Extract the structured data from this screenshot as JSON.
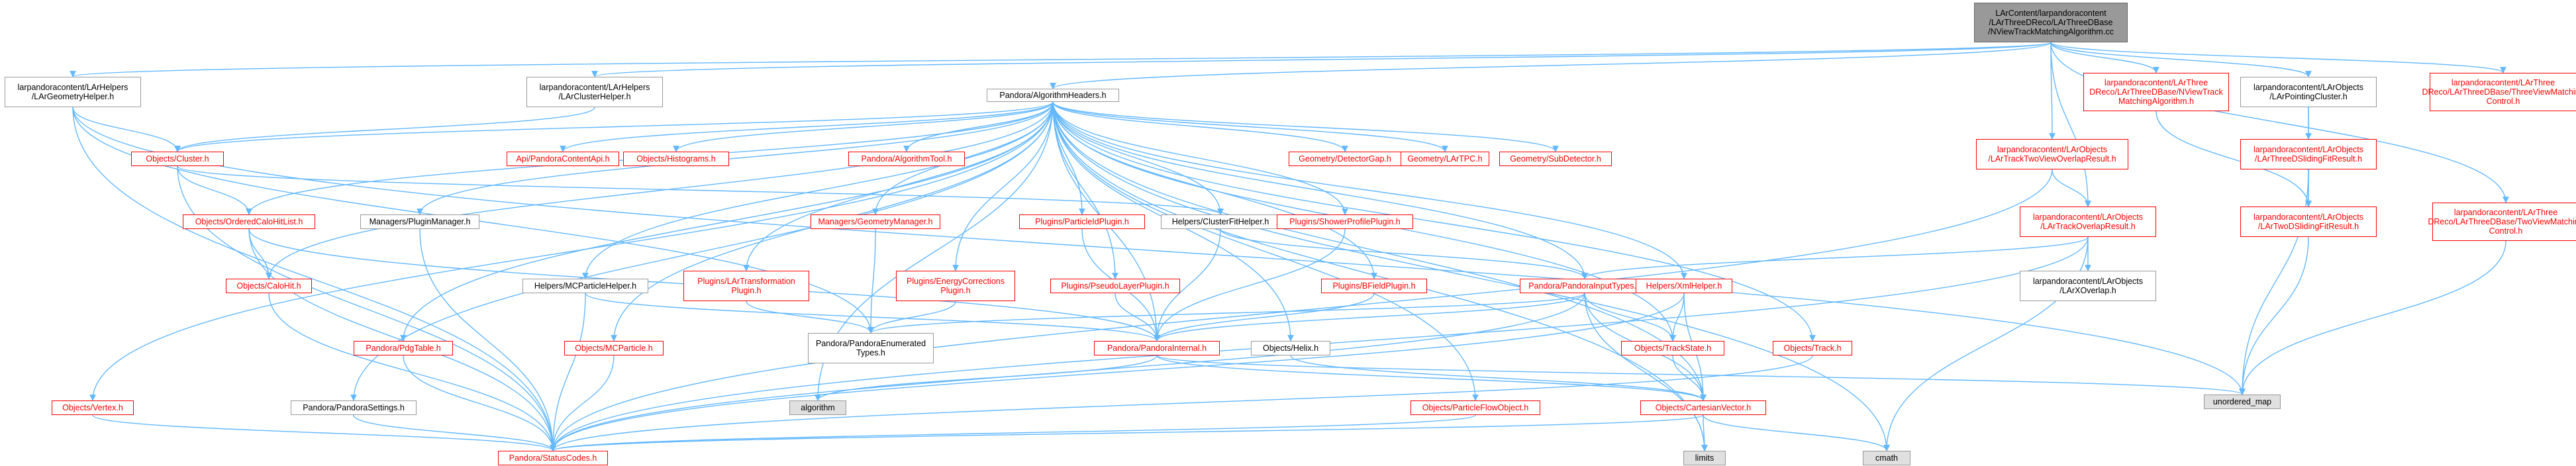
{
  "graph": {
    "colors": {
      "edge": "#63b8ff",
      "external_border": "#ff0000",
      "external_text": "#ff0000",
      "root_fill": "#999999",
      "system_fill": "#e0e0e0",
      "node_border": "#999999"
    },
    "nodes": [
      {
        "id": "root",
        "label": "LArContent/larpandoracontent\n/LArThreeDReco/LArThreeDBase\n/NViewTrackMatchingAlgorithm.cc",
        "kind": "root"
      },
      {
        "id": "geomHelper",
        "label": "larpandoracontent/LArHelpers\n/LArGeometryHelper.h",
        "kind": "plain"
      },
      {
        "id": "clusterHelper",
        "label": "larpandoracontent/LArHelpers\n/LArClusterHelper.h",
        "kind": "plain"
      },
      {
        "id": "algHeaders",
        "label": "Pandora/AlgorithmHeaders.h",
        "kind": "plain"
      },
      {
        "id": "nviewTrack",
        "label": "larpandoracontent/LArThree\nDReco/LArThreeDBase/NViewTrack\nMatchingAlgorithm.h",
        "kind": "red"
      },
      {
        "id": "pointingCluster",
        "label": "larpandoracontent/LArObjects\n/LArPointingCluster.h",
        "kind": "plain"
      },
      {
        "id": "threeViewCtrl1",
        "label": "larpandoracontent/LArThree\nDReco/LArThreeDBase/ThreeViewMatching\nControl.h",
        "kind": "red"
      },
      {
        "id": "twoViewOverlap",
        "label": "larpandoracontent/LArObjects\n/LArTrackTwoViewOverlapResult.h",
        "kind": "red"
      },
      {
        "id": "threeDSliding",
        "label": "larpandoracontent/LArObjects\n/LArThreeDSlidingFitResult.h",
        "kind": "red"
      },
      {
        "id": "trackOverlap",
        "label": "larpandoracontent/LArObjects\n/LArTrackOverlapResult.h",
        "kind": "red"
      },
      {
        "id": "twoDSliding",
        "label": "larpandoracontent/LArObjects\n/LArTwoDSlidingFitResult.h",
        "kind": "red"
      },
      {
        "id": "threeViewCtrl2",
        "label": "larpandoracontent/LArThree\nDReco/LArThreeDBase/TwoViewMatching\nControl.h",
        "kind": "red"
      },
      {
        "id": "larOverlap",
        "label": "larpandoracontent/LArObjects\n/LArXOverlap.h",
        "kind": "plain"
      },
      {
        "id": "objCluster",
        "label": "Objects/Cluster.h",
        "kind": "red"
      },
      {
        "id": "apiContent",
        "label": "Api/PandoraContentApi.h",
        "kind": "red"
      },
      {
        "id": "objHistograms",
        "label": "Objects/Histograms.h",
        "kind": "red"
      },
      {
        "id": "algTool",
        "label": "Pandora/AlgorithmTool.h",
        "kind": "red"
      },
      {
        "id": "detectorGap",
        "label": "Geometry/DetectorGap.h",
        "kind": "red"
      },
      {
        "id": "larTPC",
        "label": "Geometry/LArTPC.h",
        "kind": "red"
      },
      {
        "id": "subDetector",
        "label": "Geometry/SubDetector.h",
        "kind": "red"
      },
      {
        "id": "orderedCalo",
        "label": "Objects/OrderedCaloHitList.h",
        "kind": "red"
      },
      {
        "id": "pluginManager",
        "label": "Managers/PluginManager.h",
        "kind": "plain"
      },
      {
        "id": "geomManager",
        "label": "Managers/GeometryManager.h",
        "kind": "red"
      },
      {
        "id": "particleIdPlugin",
        "label": "Plugins/ParticleIdPlugin.h",
        "kind": "red"
      },
      {
        "id": "clusterFitHelper",
        "label": "Helpers/ClusterFitHelper.h",
        "kind": "plain"
      },
      {
        "id": "showerProfile",
        "label": "Plugins/ShowerProfilePlugin.h",
        "kind": "red"
      },
      {
        "id": "objCaloHit",
        "label": "Objects/CaloHit.h",
        "kind": "red"
      },
      {
        "id": "mcParticleHelper",
        "label": "Helpers/MCParticleHelper.h",
        "kind": "plain"
      },
      {
        "id": "larTransform",
        "label": "Plugins/LArTransformation\nPlugin.h",
        "kind": "red"
      },
      {
        "id": "energyCorr",
        "label": "Plugins/EnergyCorrections\nPlugin.h",
        "kind": "red"
      },
      {
        "id": "pseudoLayer",
        "label": "Plugins/PseudoLayerPlugin.h",
        "kind": "red"
      },
      {
        "id": "bfieldPlugin",
        "label": "Plugins/BFieldPlugin.h",
        "kind": "red"
      },
      {
        "id": "inputTypes",
        "label": "Pandora/PandoraInputTypes.h",
        "kind": "red"
      },
      {
        "id": "xmlHelper",
        "label": "Helpers/XmlHelper.h",
        "kind": "red"
      },
      {
        "id": "enumTypes",
        "label": "Pandora/PandoraEnumerated\nTypes.h",
        "kind": "plain"
      },
      {
        "id": "pandoraInternal",
        "label": "Pandora/PandoraInternal.h",
        "kind": "red"
      },
      {
        "id": "objHelix",
        "label": "Objects/Helix.h",
        "kind": "plain"
      },
      {
        "id": "trackState",
        "label": "Objects/TrackState.h",
        "kind": "red"
      },
      {
        "id": "objTrack",
        "label": "Objects/Track.h",
        "kind": "red"
      },
      {
        "id": "pdgTable",
        "label": "Pandora/PdgTable.h",
        "kind": "red"
      },
      {
        "id": "objMCParticle",
        "label": "Objects/MCParticle.h",
        "kind": "red"
      },
      {
        "id": "objVertex",
        "label": "Objects/Vertex.h",
        "kind": "red"
      },
      {
        "id": "pandoraSettings",
        "label": "Pandora/PandoraSettings.h",
        "kind": "plain"
      },
      {
        "id": "algorithm",
        "label": "algorithm",
        "kind": "sys"
      },
      {
        "id": "pfo",
        "label": "Objects/ParticleFlowObject.h",
        "kind": "red"
      },
      {
        "id": "cartesian",
        "label": "Objects/CartesianVector.h",
        "kind": "red"
      },
      {
        "id": "unorderedMap",
        "label": "unordered_map",
        "kind": "sys"
      },
      {
        "id": "statusCodes",
        "label": "Pandora/StatusCodes.h",
        "kind": "red"
      },
      {
        "id": "limits",
        "label": "limits",
        "kind": "sys"
      },
      {
        "id": "cmath",
        "label": "cmath",
        "kind": "sys"
      }
    ],
    "edges": [
      [
        "root",
        "geomHelper"
      ],
      [
        "root",
        "clusterHelper"
      ],
      [
        "root",
        "algHeaders"
      ],
      [
        "root",
        "nviewTrack"
      ],
      [
        "root",
        "pointingCluster"
      ],
      [
        "root",
        "threeViewCtrl1"
      ],
      [
        "root",
        "twoViewOverlap"
      ],
      [
        "root",
        "trackOverlap"
      ],
      [
        "root",
        "threeViewCtrl2"
      ],
      [
        "geomHelper",
        "objCluster"
      ],
      [
        "geomHelper",
        "statusCodes"
      ],
      [
        "geomHelper",
        "enumTypes"
      ],
      [
        "geomHelper",
        "unorderedMap"
      ],
      [
        "clusterHelper",
        "objCluster"
      ],
      [
        "algHeaders",
        "objCluster"
      ],
      [
        "algHeaders",
        "apiContent"
      ],
      [
        "algHeaders",
        "objHistograms"
      ],
      [
        "algHeaders",
        "algTool"
      ],
      [
        "algHeaders",
        "detectorGap"
      ],
      [
        "algHeaders",
        "larTPC"
      ],
      [
        "algHeaders",
        "subDetector"
      ],
      [
        "algHeaders",
        "orderedCalo"
      ],
      [
        "algHeaders",
        "pluginManager"
      ],
      [
        "algHeaders",
        "geomManager"
      ],
      [
        "algHeaders",
        "particleIdPlugin"
      ],
      [
        "algHeaders",
        "clusterFitHelper"
      ],
      [
        "algHeaders",
        "showerProfile"
      ],
      [
        "algHeaders",
        "objCaloHit"
      ],
      [
        "algHeaders",
        "mcParticleHelper"
      ],
      [
        "algHeaders",
        "larTransform"
      ],
      [
        "algHeaders",
        "energyCorr"
      ],
      [
        "algHeaders",
        "pseudoLayer"
      ],
      [
        "algHeaders",
        "bfieldPlugin"
      ],
      [
        "algHeaders",
        "inputTypes"
      ],
      [
        "algHeaders",
        "xmlHelper"
      ],
      [
        "algHeaders",
        "objHelix"
      ],
      [
        "algHeaders",
        "objTrack"
      ],
      [
        "algHeaders",
        "pdgTable"
      ],
      [
        "algHeaders",
        "objMCParticle"
      ],
      [
        "algHeaders",
        "objVertex"
      ],
      [
        "algHeaders",
        "pandoraSettings"
      ],
      [
        "algHeaders",
        "algorithm"
      ],
      [
        "algHeaders",
        "pfo"
      ],
      [
        "algHeaders",
        "cartesian"
      ],
      [
        "algHeaders",
        "trackState"
      ],
      [
        "algHeaders",
        "limits"
      ],
      [
        "algHeaders",
        "cmath"
      ],
      [
        "algHeaders",
        "pandoraInternal"
      ],
      [
        "nviewTrack",
        "twoDSliding"
      ],
      [
        "pointingCluster",
        "twoDSliding"
      ],
      [
        "pointingCluster",
        "threeDSliding"
      ],
      [
        "threeDSliding",
        "twoDSliding"
      ],
      [
        "threeDSliding",
        "unorderedMap"
      ],
      [
        "twoDSliding",
        "unorderedMap"
      ],
      [
        "twoViewOverlap",
        "trackOverlap"
      ],
      [
        "twoViewOverlap",
        "statusCodes"
      ],
      [
        "trackOverlap",
        "larOverlap"
      ],
      [
        "trackOverlap",
        "inputTypes"
      ],
      [
        "trackOverlap",
        "cmath"
      ],
      [
        "trackOverlap",
        "statusCodes"
      ],
      [
        "threeViewCtrl2",
        "unorderedMap"
      ],
      [
        "objCluster",
        "orderedCalo"
      ],
      [
        "objCluster",
        "clusterFitHelper"
      ],
      [
        "objCluster",
        "statusCodes"
      ],
      [
        "orderedCalo",
        "objCaloHit"
      ],
      [
        "orderedCalo",
        "pandoraInternal"
      ],
      [
        "orderedCalo",
        "statusCodes"
      ],
      [
        "objCaloHit",
        "statusCodes"
      ],
      [
        "pluginManager",
        "statusCodes"
      ],
      [
        "geomManager",
        "enumTypes"
      ],
      [
        "particleIdPlugin",
        "pandoraInternal"
      ],
      [
        "clusterFitHelper",
        "pandoraInternal"
      ],
      [
        "clusterFitHelper",
        "inputTypes"
      ],
      [
        "showerProfile",
        "pandoraInternal"
      ],
      [
        "mcParticleHelper",
        "pandoraInternal"
      ],
      [
        "mcParticleHelper",
        "statusCodes"
      ],
      [
        "larTransform",
        "enumTypes"
      ],
      [
        "energyCorr",
        "enumTypes"
      ],
      [
        "pseudoLayer",
        "pandoraInternal"
      ],
      [
        "bfieldPlugin",
        "pandoraInternal"
      ],
      [
        "inputTypes",
        "pandoraInternal"
      ],
      [
        "inputTypes",
        "enumTypes"
      ],
      [
        "inputTypes",
        "trackState"
      ],
      [
        "inputTypes",
        "cartesian"
      ],
      [
        "inputTypes",
        "statusCodes"
      ],
      [
        "inputTypes",
        "limits"
      ],
      [
        "xmlHelper",
        "trackState"
      ],
      [
        "xmlHelper",
        "cartesian"
      ],
      [
        "xmlHelper",
        "statusCodes"
      ],
      [
        "pandoraInternal",
        "algorithm"
      ],
      [
        "pandoraInternal",
        "unorderedMap"
      ],
      [
        "pandoraInternal",
        "cartesian"
      ],
      [
        "objHelix",
        "cartesian"
      ],
      [
        "trackState",
        "cartesian"
      ],
      [
        "objTrack",
        "statusCodes"
      ],
      [
        "pdgTable",
        "statusCodes"
      ],
      [
        "objMCParticle",
        "statusCodes"
      ],
      [
        "objVertex",
        "statusCodes"
      ],
      [
        "pandoraSettings",
        "statusCodes"
      ],
      [
        "pfo",
        "statusCodes"
      ],
      [
        "cartesian",
        "statusCodes"
      ],
      [
        "cartesian",
        "limits"
      ],
      [
        "cartesian",
        "cmath"
      ]
    ]
  }
}
